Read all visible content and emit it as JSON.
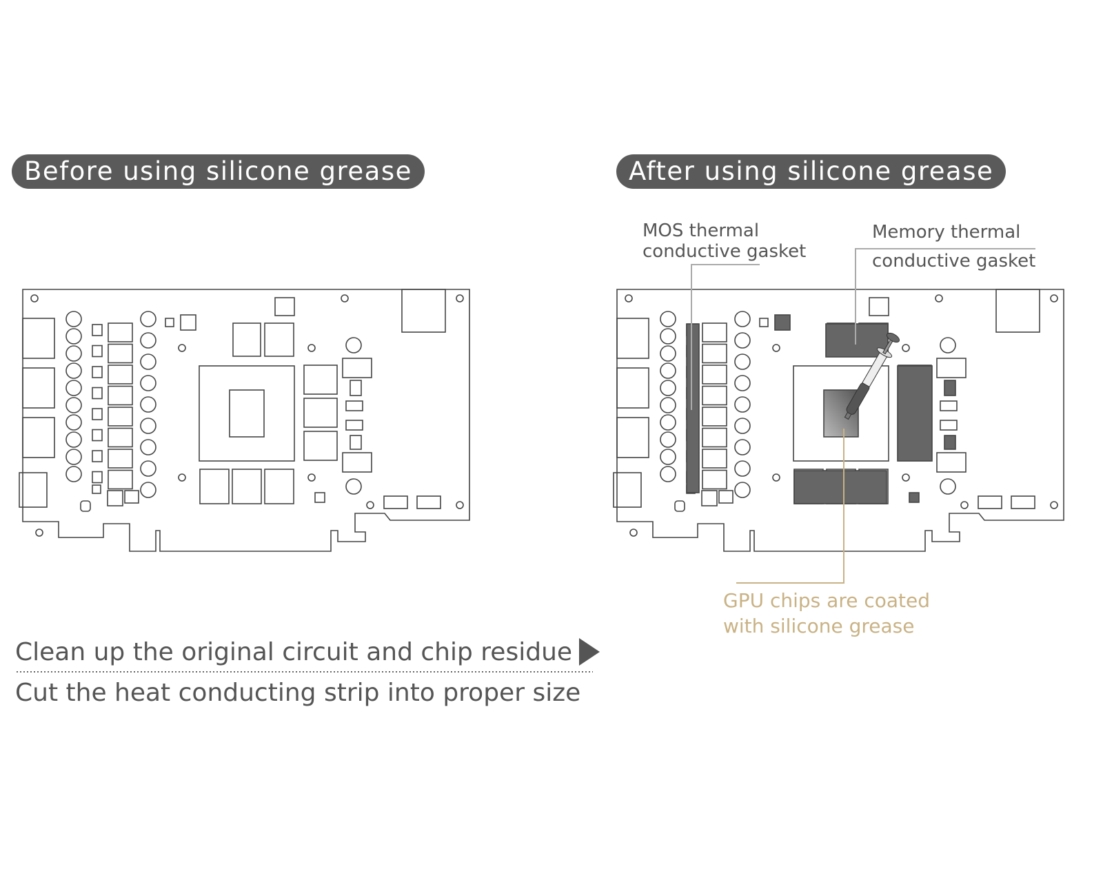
{
  "before": {
    "title": "Before using silicone grease"
  },
  "after": {
    "title": "After using silicone grease",
    "labels": {
      "mos": [
        "MOS thermal",
        "conductive gasket"
      ],
      "memory": [
        "Memory thermal",
        "conductive gasket"
      ],
      "gpu": [
        "GPU chips are coated",
        "with silicone grease"
      ]
    }
  },
  "steps": [
    "Clean up the original circuit and chip residue",
    "Cut the heat conducting strip into proper size"
  ],
  "colors": {
    "pill": "#5a5a5a",
    "text": "#555555",
    "pad": "#666666",
    "gold": "#c9b285",
    "line": "#aaaaaa"
  }
}
